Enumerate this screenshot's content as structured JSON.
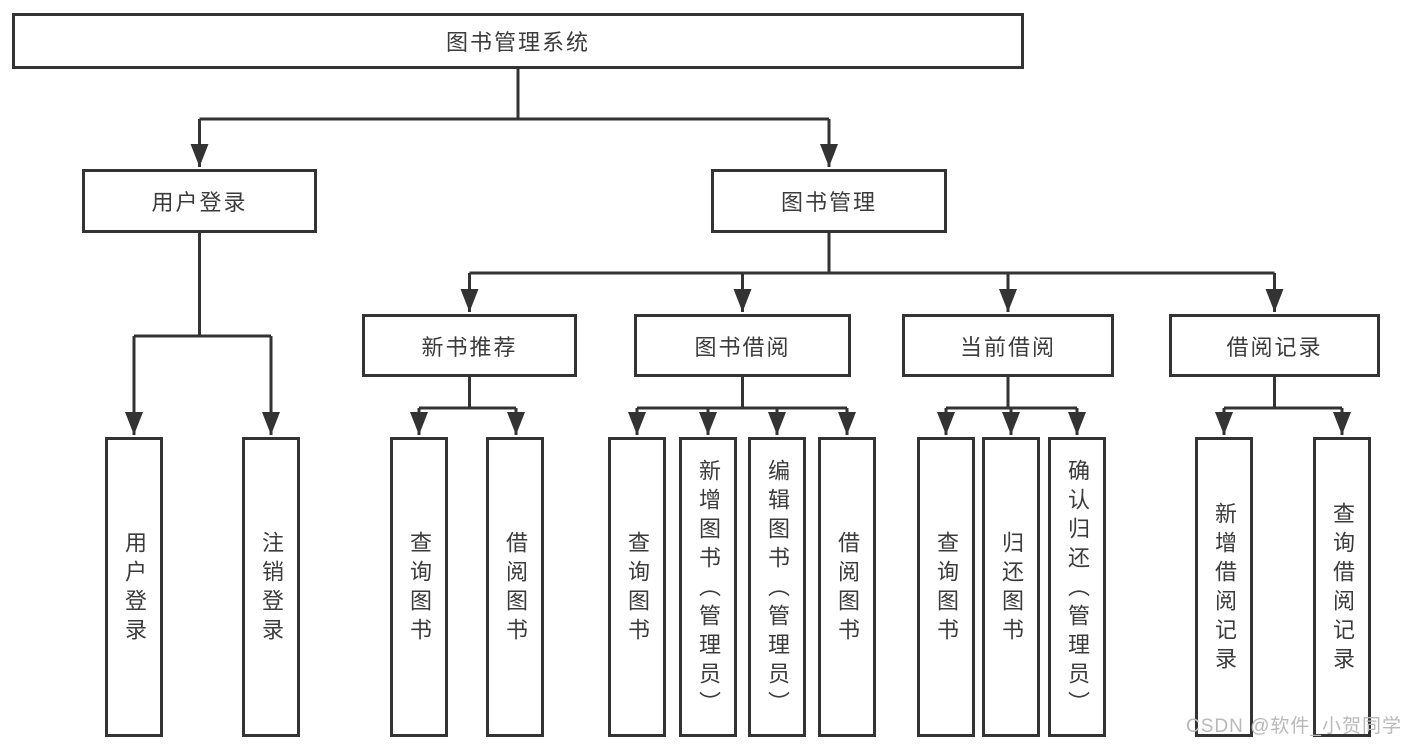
{
  "diagram": {
    "title": "图书管理系统",
    "root": {
      "label": "图书管理系统"
    },
    "level2": {
      "user_login": {
        "label": "用户登录"
      },
      "book_mgmt": {
        "label": "图书管理"
      }
    },
    "level3": {
      "new_book": {
        "label": "新书推荐"
      },
      "book_borrow": {
        "label": "图书借阅"
      },
      "current_borrow": {
        "label": "当前借阅"
      },
      "borrow_record": {
        "label": "借阅记录"
      }
    },
    "leaves": {
      "user_login_children": [
        "用户登录",
        "注销登录"
      ],
      "new_book_children": [
        "查询图书",
        "借阅图书"
      ],
      "book_borrow_children": [
        "查询图书",
        "新增图书（管理员）",
        "编辑图书（管理员）",
        "借阅图书"
      ],
      "current_borrow_children": [
        "查询图书",
        "归还图书",
        "确认归还（管理员）"
      ],
      "borrow_record_children": [
        "新增借阅记录",
        "查询借阅记录"
      ]
    }
  },
  "watermark": {
    "text": "CSDN @软件_小贺同学"
  },
  "colors": {
    "line": "#333333",
    "box_border": "#333333",
    "text": "#3b3b3b",
    "watermark": "#b9b9b9",
    "background": "#ffffff"
  }
}
